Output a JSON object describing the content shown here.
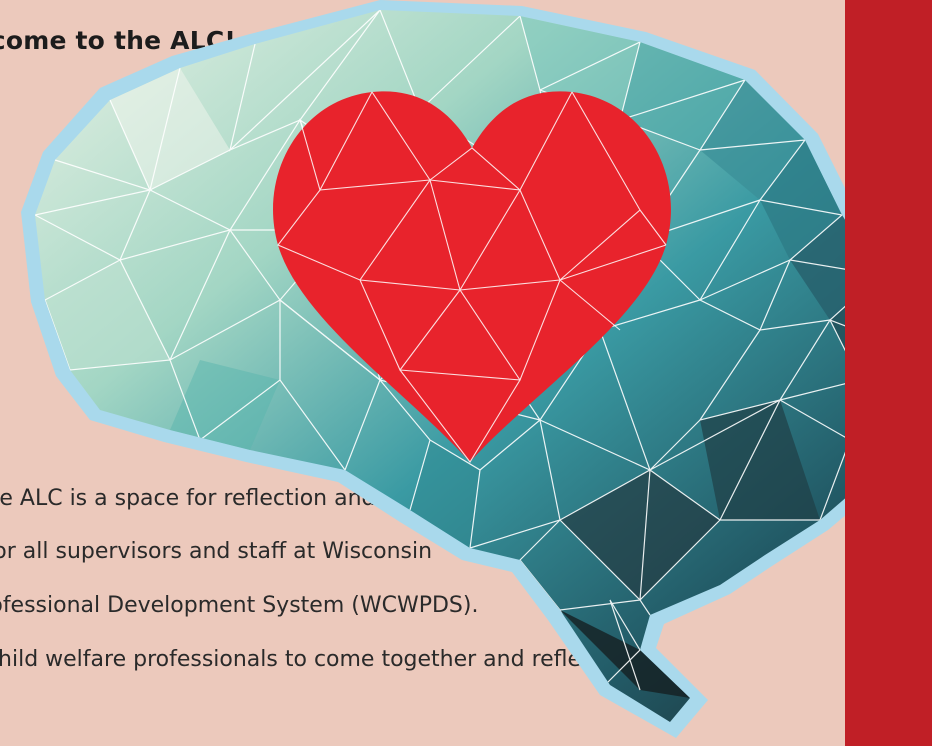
{
  "headline": "Welcome to the ALC!",
  "body_lines": [
    "The ALC is a space for reflection and",
    "growth for all supervisors and staff at Wisconsin",
    "Child Welfare Professional Development System (WCWPDS).",
    "It is a space for child welfare professionals to come together and reflect on:"
  ],
  "colors": {
    "background": "#ecc9bc",
    "sidebar": "#c01f26",
    "heart": "#e8232c",
    "brain_outline": "#a9d9ec",
    "text": "#2a2a2a"
  },
  "illustration": {
    "name": "low-poly-brain-with-heart",
    "icon": "heart-icon"
  }
}
